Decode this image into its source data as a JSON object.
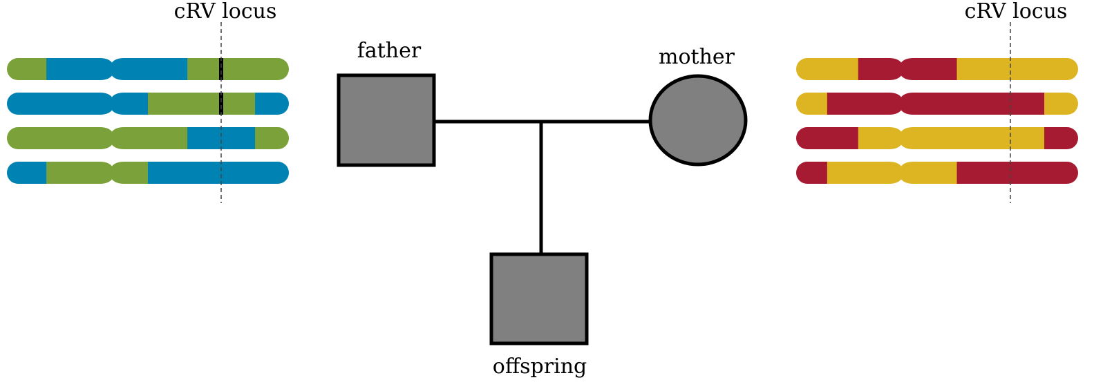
{
  "labels": {
    "father": "father",
    "mother": "mother",
    "offspring": "offspring",
    "locus_left": "cRV locus",
    "locus_right": "cRV locus"
  },
  "colors": {
    "green": "#7ba23a",
    "blue": "#0082b2",
    "yellow": "#ddb523",
    "red": "#a61b32",
    "node_fill": "#808080",
    "stroke": "#000000"
  },
  "father_chromosomes": [
    {
      "segments": [
        [
          "green",
          0,
          0.14
        ],
        [
          "blue",
          0.14,
          0.38
        ],
        [
          "blue",
          0.38,
          0.64
        ],
        [
          "green",
          0.64,
          1.0
        ]
      ],
      "variant": true
    },
    {
      "segments": [
        [
          "blue",
          0,
          0.5
        ],
        [
          "green",
          0.5,
          0.88
        ],
        [
          "blue",
          0.88,
          1.0
        ]
      ],
      "variant": true
    },
    {
      "segments": [
        [
          "green",
          0,
          0.64
        ],
        [
          "blue",
          0.64,
          0.88
        ],
        [
          "green",
          0.88,
          1.0
        ]
      ],
      "variant": false
    },
    {
      "segments": [
        [
          "blue",
          0,
          0.14
        ],
        [
          "green",
          0.14,
          0.5
        ],
        [
          "blue",
          0.5,
          1.0
        ]
      ],
      "variant": false
    }
  ],
  "mother_chromosomes": [
    {
      "segments": [
        [
          "yellow",
          0,
          0.22
        ],
        [
          "red",
          0.22,
          0.57
        ],
        [
          "yellow",
          0.57,
          1.0
        ]
      ],
      "variant": false
    },
    {
      "segments": [
        [
          "yellow",
          0,
          0.11
        ],
        [
          "red",
          0.11,
          0.88
        ],
        [
          "yellow",
          0.88,
          1.0
        ]
      ],
      "variant": false
    },
    {
      "segments": [
        [
          "red",
          0,
          0.22
        ],
        [
          "yellow",
          0.22,
          0.88
        ],
        [
          "red",
          0.88,
          1.0
        ]
      ],
      "variant": false
    },
    {
      "segments": [
        [
          "red",
          0,
          0.11
        ],
        [
          "yellow",
          0.11,
          0.57
        ],
        [
          "red",
          0.57,
          1.0
        ]
      ],
      "variant": false
    }
  ]
}
